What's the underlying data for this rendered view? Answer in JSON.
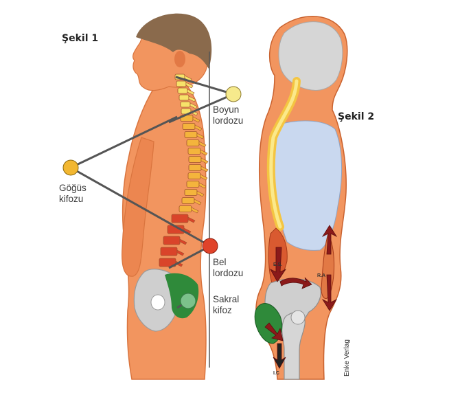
{
  "figure1": {
    "title": "Şekil 1",
    "labels": {
      "neck": [
        "Boyun",
        "lordozu"
      ],
      "chest": [
        "Göğüs",
        "kifozu"
      ],
      "lumbar": [
        "Bel",
        "lordozu"
      ],
      "sacral": [
        "Sakral",
        "kifoz"
      ]
    }
  },
  "figure2": {
    "title": "Şekil 2",
    "muscle_labels": {
      "es": "E.S.",
      "ra": "R.A",
      "ic": "I.C"
    }
  },
  "publisher": "Enke Verlag",
  "colors": {
    "skin": "#f2955f",
    "skin_dark": "#e27945",
    "hair": "#8a6a4c",
    "cervical_spine": "#f7e26a",
    "thoracic_spine": "#f4b43c",
    "lumbar_spine": "#d9442a",
    "sacrum": "#2f8a3a",
    "pelvis": "#cfcfcf",
    "marker_neck": "#f6ea8c",
    "marker_chest": "#f2b731",
    "marker_lumbar": "#e0432a",
    "marker_sacral": "#7cc28b",
    "lung": "#c9d8ef",
    "arrow": "#8b1a1a"
  }
}
